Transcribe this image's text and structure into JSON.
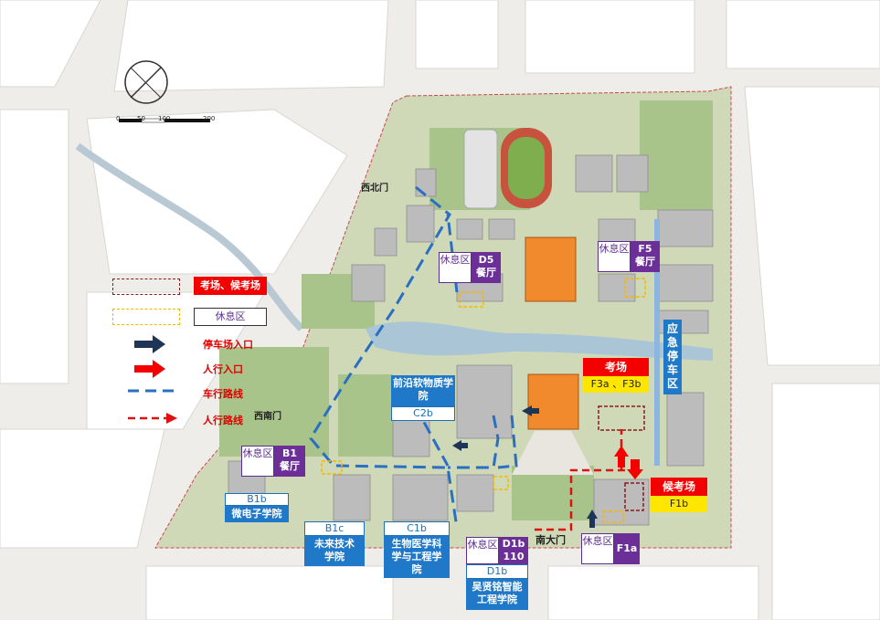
{
  "legend": {
    "exam_area": "考场、候考场",
    "rest_area": "休息区",
    "parking_entrance": "停车场入口",
    "pedestrian_entrance": "人行入口",
    "vehicle_route": "车行路线",
    "pedestrian_route": "人行路线"
  },
  "scale": {
    "ticks": [
      "0",
      "50",
      "100",
      "200"
    ]
  },
  "gates": {
    "northwest": "西北门",
    "southwest": "西南门",
    "south": "南大门"
  },
  "rest_areas": {
    "d5": {
      "rest": "休息区",
      "canteen_code": "D5",
      "canteen": "餐厅"
    },
    "f5": {
      "rest": "休息区",
      "canteen_code": "F5",
      "canteen": "餐厅"
    },
    "b1": {
      "rest": "休息区",
      "canteen_code": "B1",
      "canteen": "餐厅"
    },
    "d1b": {
      "rest": "休息区",
      "code": "D1b",
      "room": "110"
    },
    "f1a": {
      "rest": "休息区",
      "code": "F1a"
    }
  },
  "emergency_parking": "应急停车区",
  "exam": {
    "title": "考场",
    "rooms": "F3a 、F3b",
    "waiting_title": "候考场",
    "waiting_room": "F1b"
  },
  "colleges": {
    "c2b": {
      "name": "前沿软物质学院",
      "code": "C2b"
    },
    "b1b": {
      "code": "B1b",
      "name": "微电子学院"
    },
    "b1c": {
      "code": "B1c",
      "name": "未来技术学院"
    },
    "c1b": {
      "code": "C1b",
      "name": "生物医学科学与工程学院"
    },
    "d1b": {
      "code": "D1b",
      "name": "吴贤铭智能工程学院"
    }
  },
  "colors": {
    "vehicle_route": "#2a6fc2",
    "pedestrian_route": "#e01010",
    "parking_arrow": "#1d3557",
    "exam_red": "#f40000",
    "rest_purple": "#6b2f97",
    "college_blue": "#1f78c8",
    "highlight_building": "#f08a2c"
  },
  "icons": [
    "compass-icon",
    "parking-arrow-icon",
    "pedestrian-arrow-icon",
    "canteen-icon"
  ]
}
